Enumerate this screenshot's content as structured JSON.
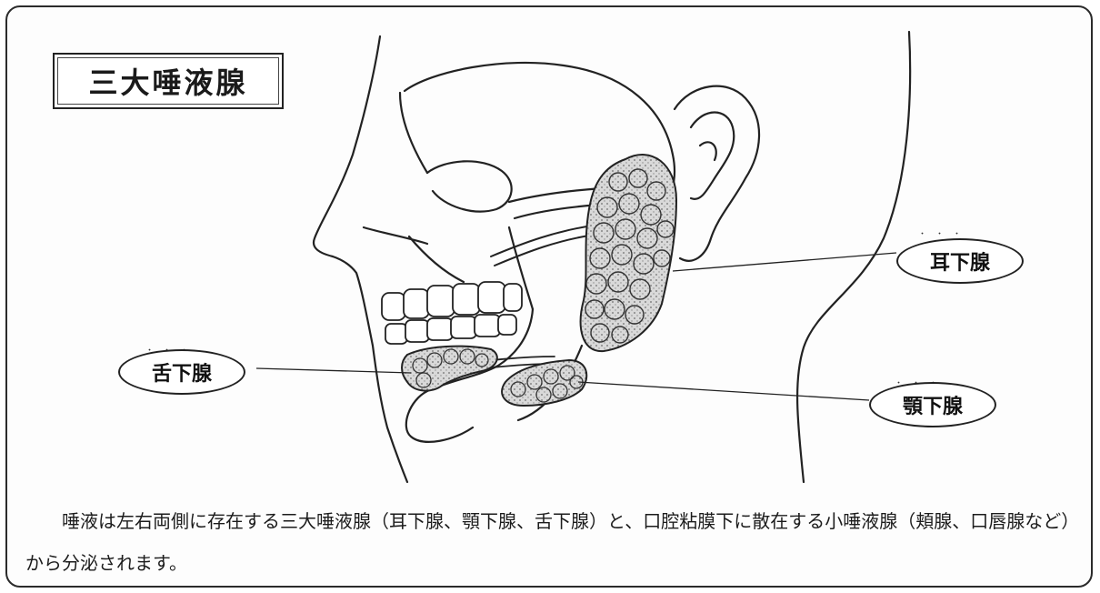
{
  "title": "三大唾液腺",
  "labels": {
    "parotid": "耳下腺",
    "sublingual": "舌下腺",
    "submandibular": "顎下腺"
  },
  "caption": "唾液は左右両側に存在する三大唾液腺（耳下腺、顎下腺、舌下腺）と、口腔粘膜下に散在する小唾液腺（頬腺、口唇腺など）から分泌されます。",
  "colors": {
    "line": "#222222",
    "gland_fill": "#d9d9d9",
    "gland_dots": "#7a7a7a"
  }
}
